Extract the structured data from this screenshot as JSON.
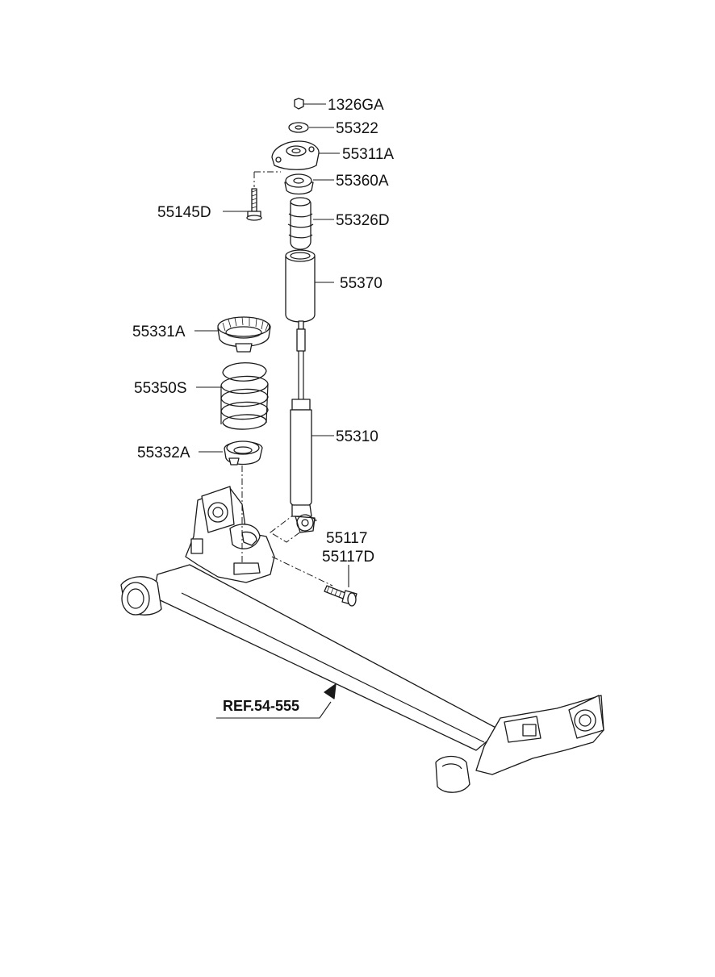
{
  "labels": {
    "nut": "1326GA",
    "washer": "55322",
    "mount": "55311A",
    "mount_insulator": "55360A",
    "mount_bolt": "55145D",
    "bumper": "55326D",
    "dust_cover": "55370",
    "upper_spring_pad": "55331A",
    "coil_spring": "55350S",
    "lower_spring_pad": "55332A",
    "shock_absorber": "55310",
    "lower_bolt_1": "55117",
    "lower_bolt_2": "55117D",
    "axle_reference": "REF.54-555"
  }
}
